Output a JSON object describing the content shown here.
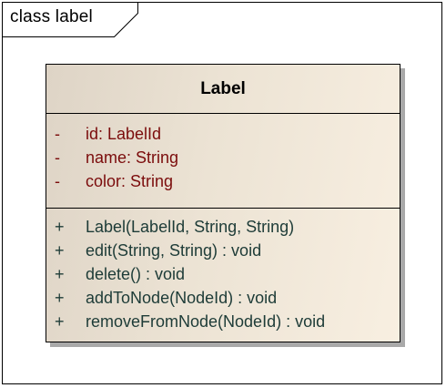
{
  "frame": {
    "title": "class label"
  },
  "class": {
    "name": "Label",
    "attributes": [
      {
        "visibility": "-",
        "signature": "id:  LabelId"
      },
      {
        "visibility": "-",
        "signature": "name:  String"
      },
      {
        "visibility": "-",
        "signature": "color:  String"
      }
    ],
    "operations": [
      {
        "visibility": "+",
        "signature": "Label(LabelId, String, String)"
      },
      {
        "visibility": "+",
        "signature": "edit(String, String) : void"
      },
      {
        "visibility": "+",
        "signature": "delete() : void"
      },
      {
        "visibility": "+",
        "signature": "addToNode(NodeId) : void"
      },
      {
        "visibility": "+",
        "signature": "removeFromNode(NodeId) : void"
      }
    ]
  },
  "colors": {
    "attribute_text": "#7b0c0c",
    "operation_text": "#1d3b37",
    "class_fill_start": "#ded4c6",
    "class_fill_end": "#f8efe1",
    "shadow": "#a9a9a9"
  }
}
